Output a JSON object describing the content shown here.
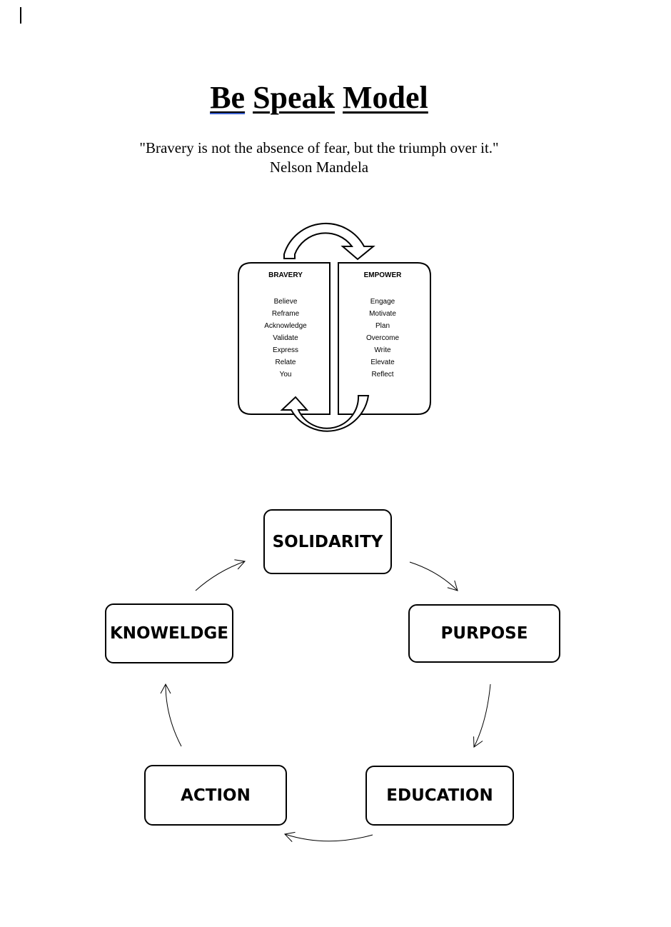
{
  "title": {
    "part1": "Be",
    "part2": "Speak",
    "part3": "Model"
  },
  "quote": {
    "text": "\"Bravery is not the absence of fear, but the triumph over it.\"",
    "author": "Nelson Mandela"
  },
  "bravery": {
    "heading": "BRAVERY",
    "items": [
      "Believe",
      "Reframe",
      "Acknowledge",
      "Validate",
      "Express",
      "Relate",
      "You"
    ]
  },
  "empower": {
    "heading": "EMPOWER",
    "items": [
      "Engage",
      "Motivate",
      "Plan",
      "Overcome",
      "Write",
      "Elevate",
      "Reflect"
    ]
  },
  "cycle": {
    "solidarity": "SOLIDARITY",
    "purpose": "PURPOSE",
    "education": "EDUCATION",
    "action": "ACTION",
    "knowledge": "KNOWELDGE"
  }
}
